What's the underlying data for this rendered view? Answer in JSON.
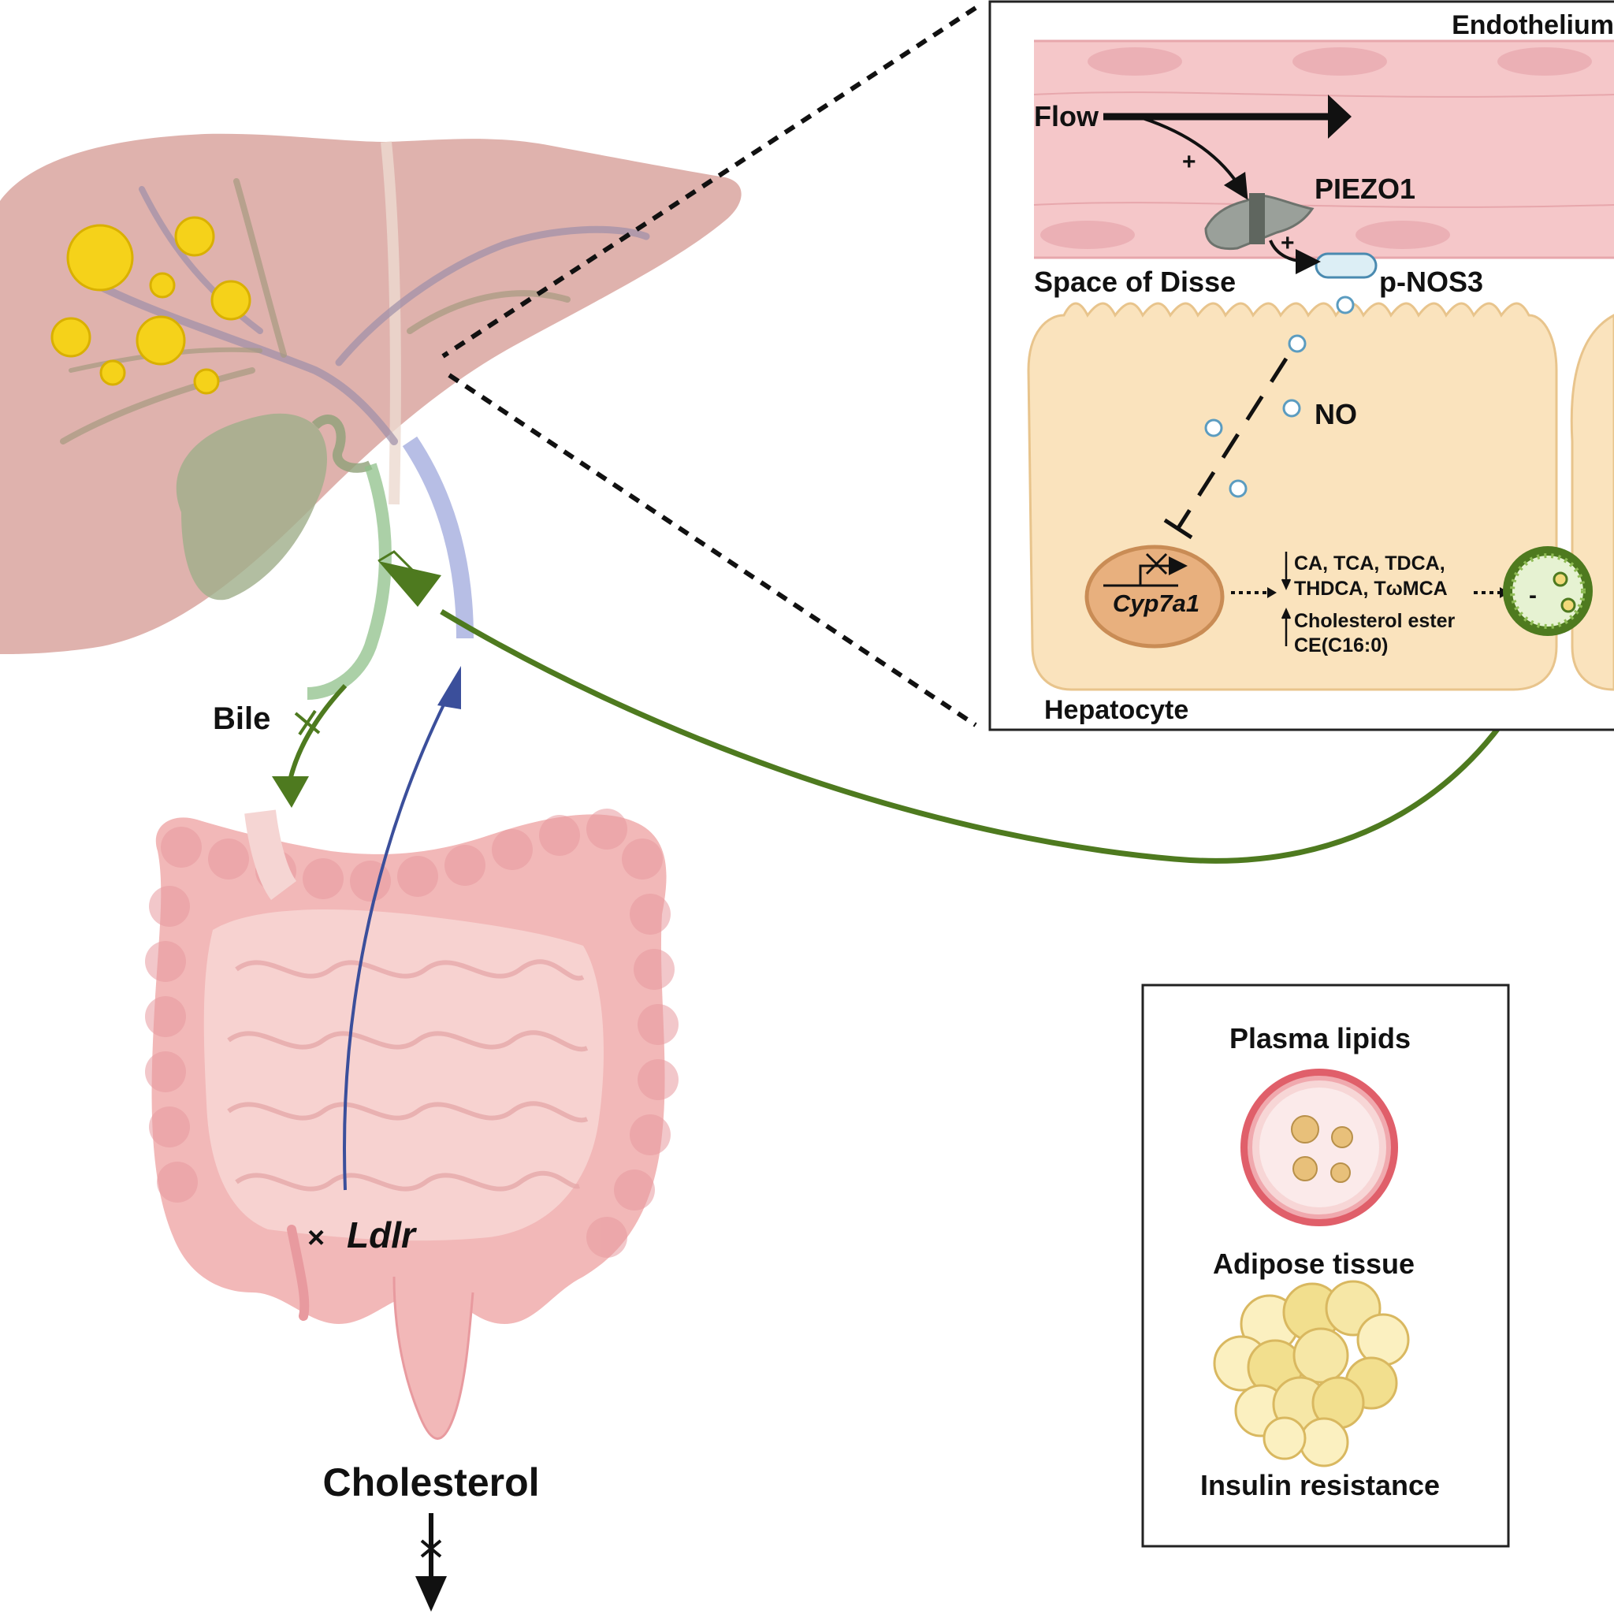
{
  "labels": {
    "endothelium": "Endothelium",
    "flow": "Flow",
    "plus1": "+",
    "plus2": "+",
    "piezo1": "PIEZO1",
    "space_of_disse": "Space of Disse",
    "p_nos3": "p-NOS3",
    "no": "NO",
    "cyp7a1": "Cyp7a1",
    "bile_acids_line1": "CA, TCA, TDCA,",
    "bile_acids_line2": "THDCA, TωMCA",
    "cholesterol_ester_line1": "Cholesterol ester",
    "cholesterol_ester_line2": "CE(C16:0)",
    "minus": "-",
    "hepatocyte": "Hepatocyte",
    "bile": "Bile",
    "ldlr_x": "×",
    "ldlr": "Ldlr",
    "cholesterol": "Cholesterol",
    "plasma_lipids": "Plasma lipids",
    "adipose_tissue": "Adipose  tissue",
    "insulin_resistance": "Insulin resistance"
  },
  "colors": {
    "liver": "#dcaaa4",
    "liver_dark": "#c99490",
    "lipid_droplet": "#f5d21a",
    "gallbladder": "#9fae8a",
    "bile_duct_green": "#8fc08a",
    "portal_vein_blue": "#aab3e0",
    "intestine": "#f2b8b8",
    "intestine_dark": "#e89a9f",
    "endothelium": "#f5c7c9",
    "hepatocyte": "#fae3bd",
    "nucleus": "#e8b07e",
    "green_arrow": "#4e7a1f",
    "blue_arrow": "#3b4f9b",
    "no_bubble": "#5b9cc0"
  },
  "icons": {
    "piezo1": "piezo1-channel-icon",
    "nos3": "nos3-capsule-icon",
    "vesicle": "bile-vesicle-icon",
    "vessel": "blood-vessel-cross-section-icon",
    "adipocytes": "adipocyte-cluster-icon"
  }
}
